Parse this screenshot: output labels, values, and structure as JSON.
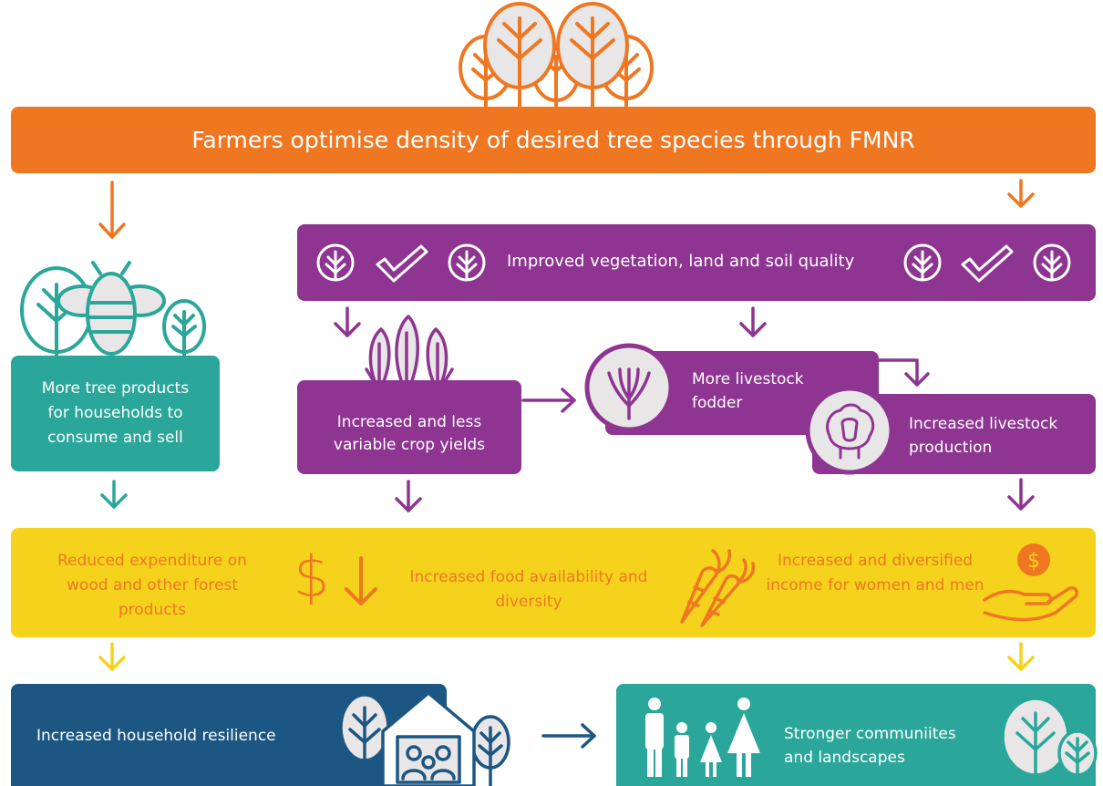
{
  "top": {
    "title": "Farmers optimise density of desired tree species through FMNR"
  },
  "vegetation": {
    "label": "Improved vegetation, land and soil quality"
  },
  "tree_products": {
    "label": "More tree products for households to consume and sell"
  },
  "crop": {
    "label": "Increased and less variable crop yields"
  },
  "fodder": {
    "label": "More livestock fodder"
  },
  "livestock": {
    "label": "Increased livestock production"
  },
  "outcomes": {
    "expenditure": "Reduced expenditure on wood and other forest products",
    "food": "Increased food availability and diversity",
    "income": "Increased and diversified income for women and men",
    "dollar_symbol": "$"
  },
  "impacts": {
    "resilience": "Increased household resilience",
    "communities": "Stronger communiites and landscapes"
  },
  "colors": {
    "orange": "#ef7722",
    "purple": "#8e3592",
    "teal": "#2aa79a",
    "yellow": "#f5d31d",
    "navy": "#1c5682"
  }
}
